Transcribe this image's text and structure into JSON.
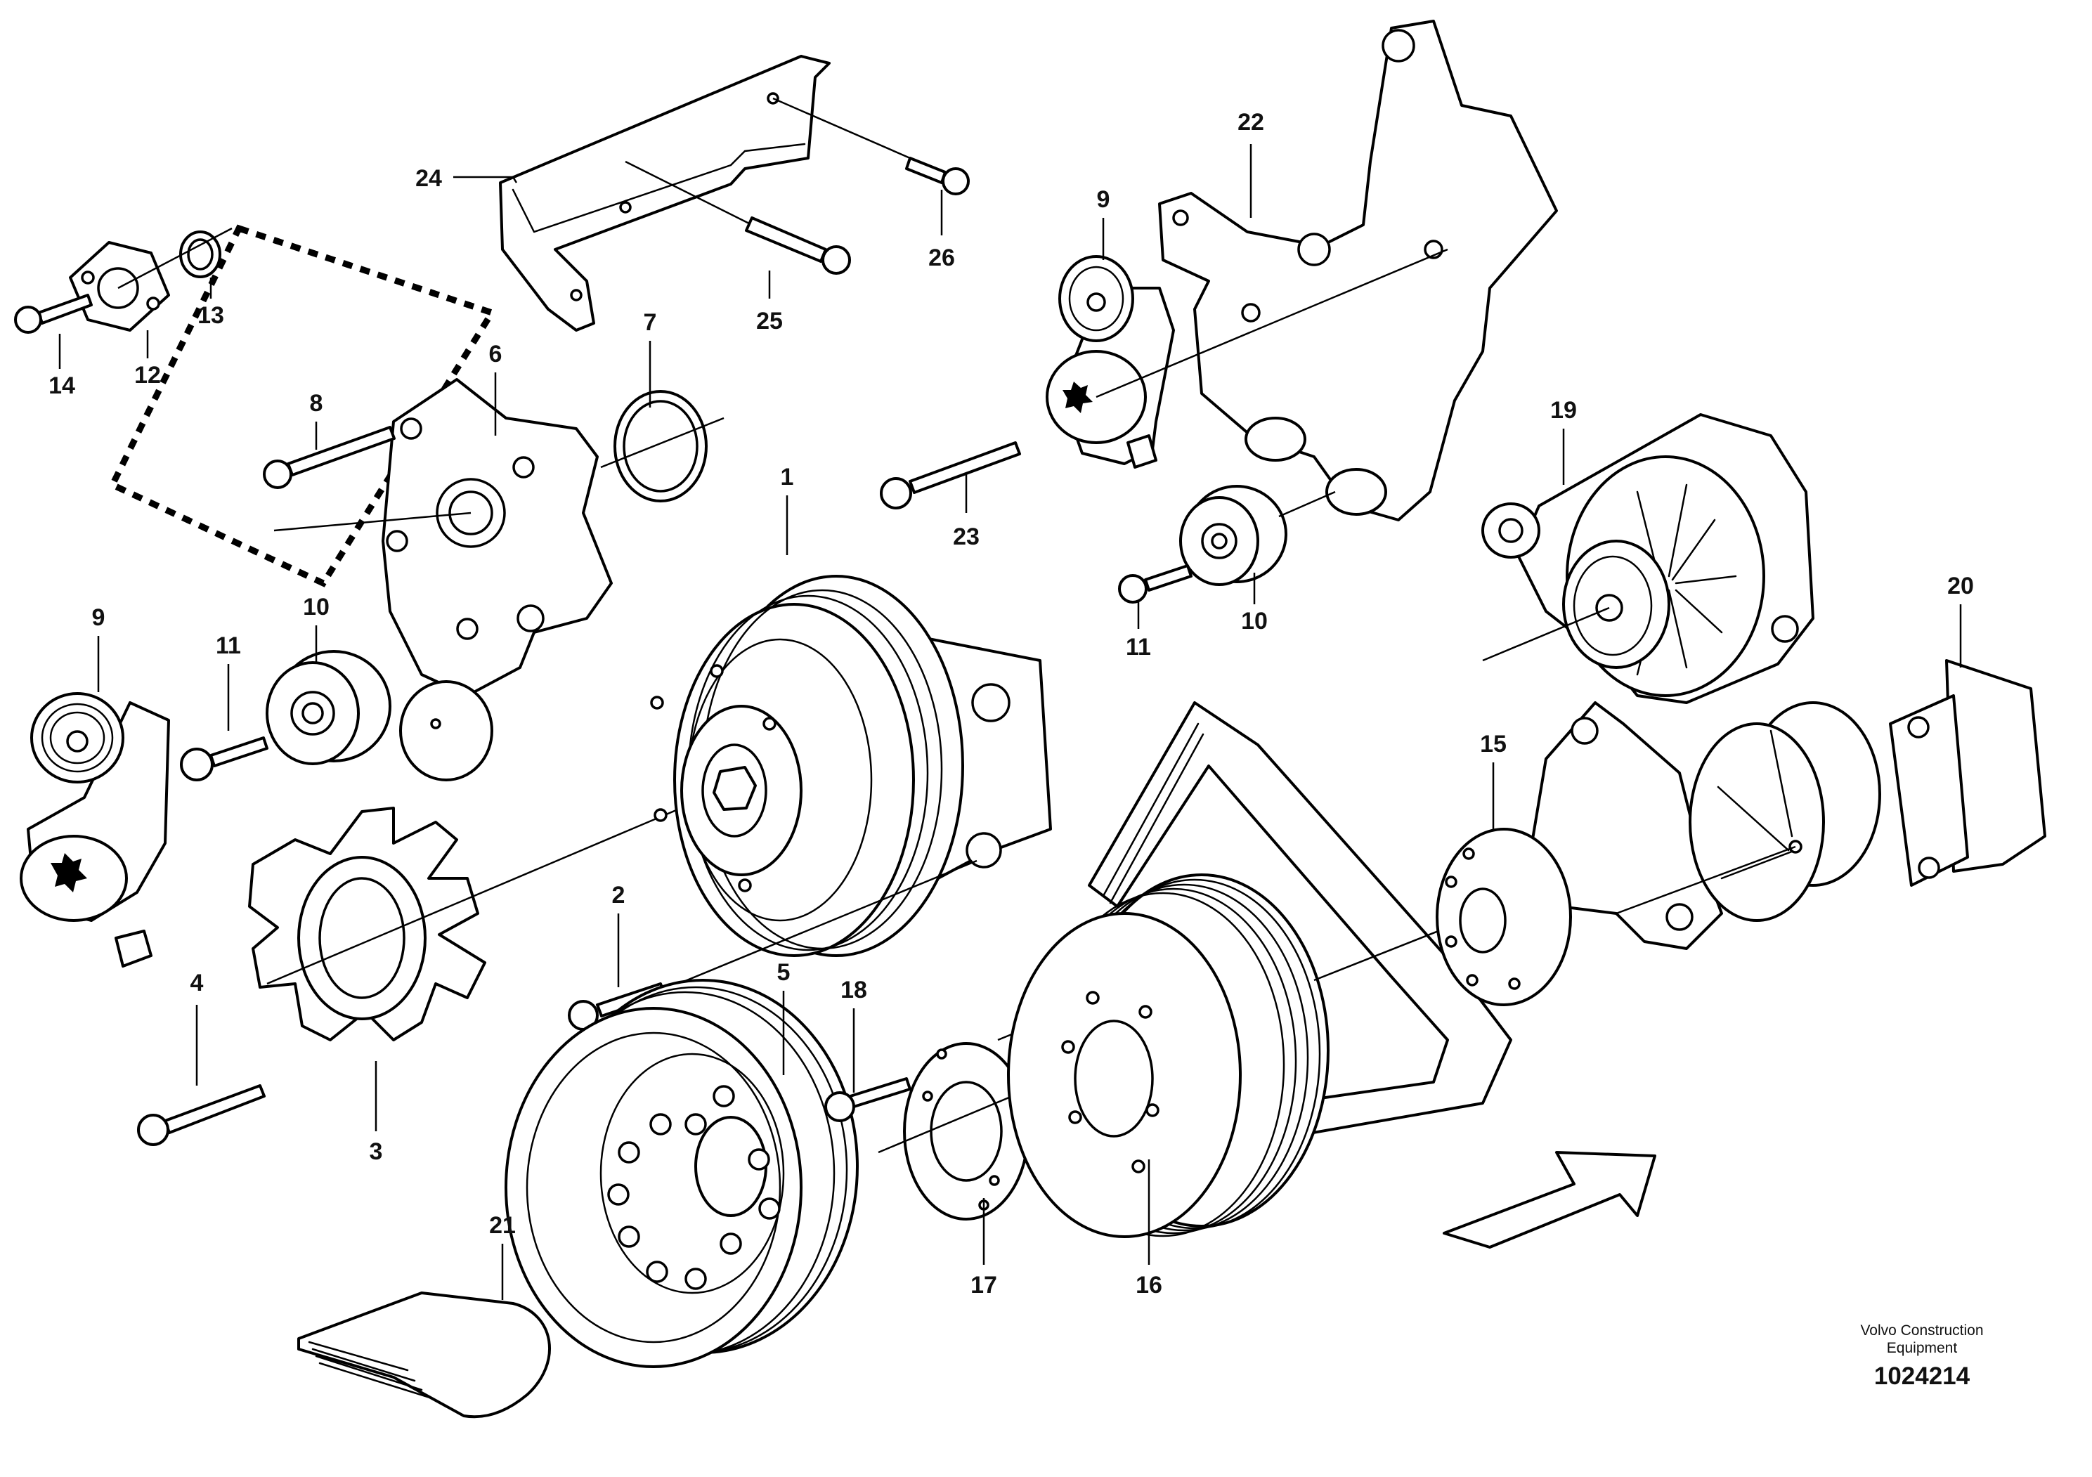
{
  "callouts": {
    "c1": "1",
    "c2": "2",
    "c3": "3",
    "c4": "4",
    "c5": "5",
    "c6": "6",
    "c7": "7",
    "c8": "8",
    "c9a": "9",
    "c9b": "9",
    "c10a": "10",
    "c10b": "10",
    "c11a": "11",
    "c11b": "11",
    "c12": "12",
    "c13": "13",
    "c14": "14",
    "c15": "15",
    "c16": "16",
    "c17": "17",
    "c18": "18",
    "c19": "19",
    "c20": "20",
    "c21": "21",
    "c22": "22",
    "c23": "23",
    "c24": "24",
    "c25": "25",
    "c26": "26"
  },
  "footer": {
    "brand_line1": "Volvo Construction",
    "brand_line2": "Equipment",
    "figure_number": "1024214"
  }
}
